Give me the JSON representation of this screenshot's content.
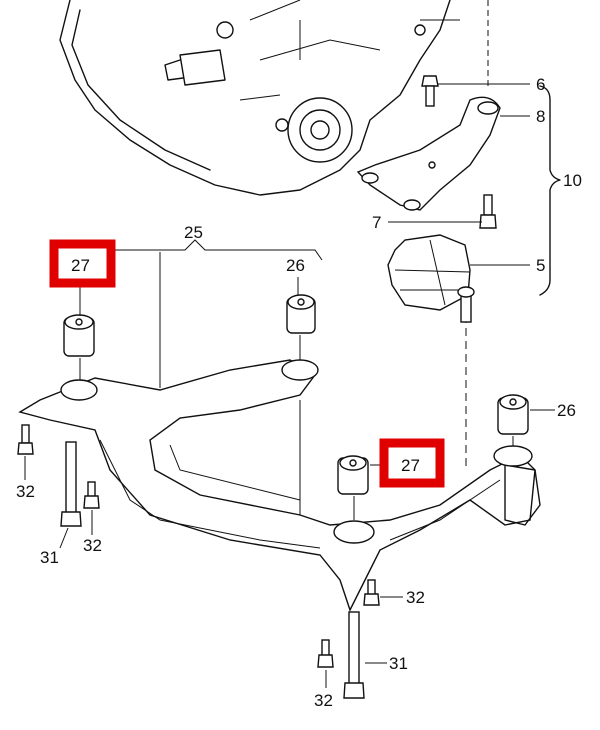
{
  "diagram": {
    "title": "Subframe and gearbox mounting exploded view",
    "highlight_color": "#e00000",
    "callouts": [
      {
        "id": "c6",
        "text": "6"
      },
      {
        "id": "c8",
        "text": "8"
      },
      {
        "id": "c10",
        "text": "10"
      },
      {
        "id": "c7",
        "text": "7"
      },
      {
        "id": "c5",
        "text": "5"
      },
      {
        "id": "c25",
        "text": "25"
      },
      {
        "id": "c27a",
        "text": "27",
        "highlighted": true
      },
      {
        "id": "c26a",
        "text": "26"
      },
      {
        "id": "c26b",
        "text": "26"
      },
      {
        "id": "c27b",
        "text": "27",
        "highlighted": true
      },
      {
        "id": "c32a",
        "text": "32"
      },
      {
        "id": "c31a",
        "text": "31"
      },
      {
        "id": "c32b",
        "text": "32"
      },
      {
        "id": "c32c",
        "text": "32"
      },
      {
        "id": "c31b",
        "text": "31"
      },
      {
        "id": "c32d",
        "text": "32"
      }
    ]
  }
}
